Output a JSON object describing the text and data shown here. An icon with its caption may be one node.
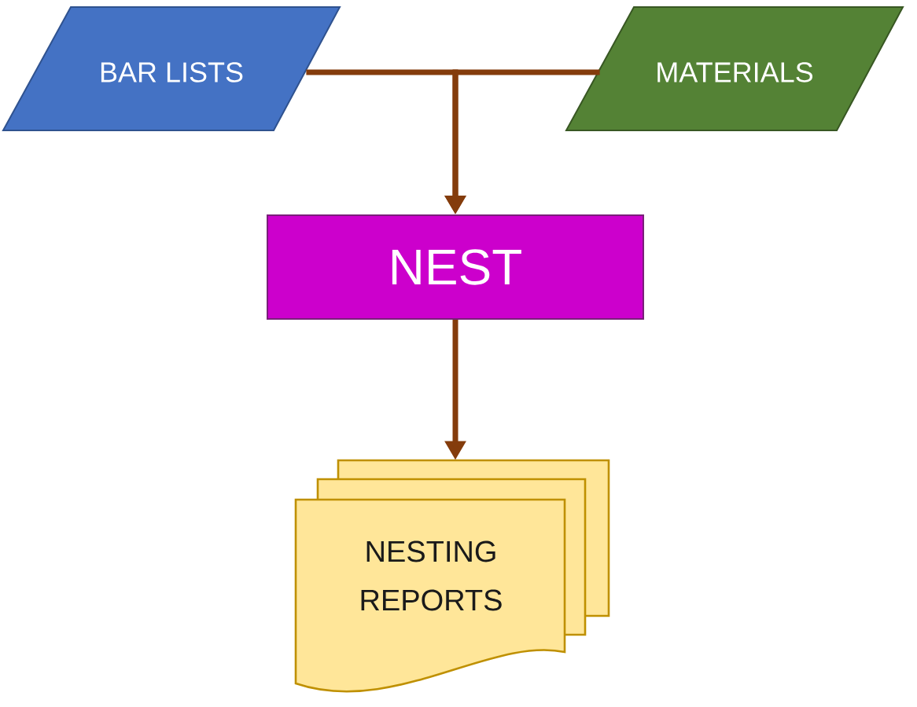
{
  "diagram": {
    "nodes": [
      {
        "text": [
          "BAR LISTS"
        ]
      },
      {
        "text": [
          "MATERIALS"
        ]
      },
      {
        "text": [
          "NEST"
        ]
      },
      {
        "text": [
          "NESTING REPORTS"
        ]
      }
    ],
    "edges": [
      {
        "from": 0,
        "to": 2,
        "arrow": "to"
      },
      {
        "from": 1,
        "to": 2,
        "arrow": "to"
      },
      {
        "from": 2,
        "to": 3,
        "arrow": "to"
      }
    ]
  }
}
